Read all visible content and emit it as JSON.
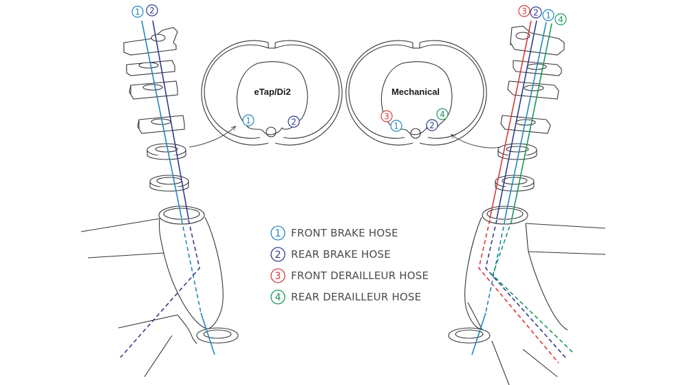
{
  "colors": {
    "front_brake": "#1e86bb",
    "rear_brake": "#2c3a8c",
    "front_derailleur": "#d8363a",
    "rear_derailleur": "#17975a",
    "outline": "#333333"
  },
  "badges": {
    "front_brake": "1",
    "rear_brake": "2",
    "front_derailleur": "3",
    "rear_derailleur": "4"
  },
  "legend": [
    {
      "number": "1",
      "label": "FRONT BRAKE HOSE",
      "color_key": "front_brake"
    },
    {
      "number": "2",
      "label": "REAR BRAKE HOSE",
      "color_key": "rear_brake"
    },
    {
      "number": "3",
      "label": "FRONT DERAILLEUR HOSE",
      "color_key": "front_derailleur"
    },
    {
      "number": "4",
      "label": "REAR DERAILLEUR HOSE",
      "color_key": "rear_derailleur"
    }
  ],
  "left_detail": {
    "title": "eTap/Di2"
  },
  "right_detail": {
    "title": "Mechanical"
  }
}
